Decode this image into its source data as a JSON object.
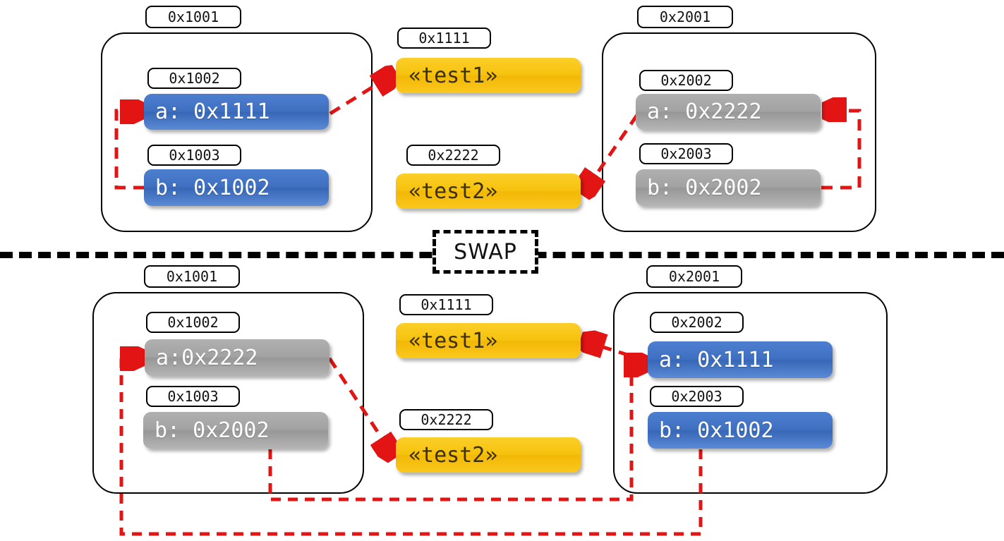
{
  "diagram": {
    "title": "pointer swap memory diagram",
    "divider_label": "SWAP",
    "colors": {
      "pointer_blue": "#3f6fc0",
      "pointer_gray": "#a2a2a2",
      "string_yellow": "#f6c20d",
      "arrow_red": "#e21414",
      "outline_black": "#000000"
    }
  },
  "before": {
    "left_frame": {
      "address": "0x1001",
      "slots": [
        {
          "address": "0x1002",
          "value": "a: 0x1111",
          "style": "blue"
        },
        {
          "address": "0x1003",
          "value": "b: 0x1002",
          "style": "blue"
        }
      ]
    },
    "strings": [
      {
        "address": "0x1111",
        "value": "«test1»"
      },
      {
        "address": "0x2222",
        "value": "«test2»"
      }
    ],
    "right_frame": {
      "address": "0x2001",
      "slots": [
        {
          "address": "0x2002",
          "value": "a: 0x2222",
          "style": "gray"
        },
        {
          "address": "0x2003",
          "value": "b: 0x2002",
          "style": "gray"
        }
      ]
    }
  },
  "after": {
    "left_frame": {
      "address": "0x1001",
      "slots": [
        {
          "address": "0x1002",
          "value": "a:0x2222",
          "style": "gray"
        },
        {
          "address": "0x1003",
          "value": "b: 0x2002",
          "style": "gray"
        }
      ]
    },
    "strings": [
      {
        "address": "0x1111",
        "value": "«test1»"
      },
      {
        "address": "0x2222",
        "value": "«test2»"
      }
    ],
    "right_frame": {
      "address": "0x2001",
      "slots": [
        {
          "address": "0x2002",
          "value": "a: 0x1111",
          "style": "blue"
        },
        {
          "address": "0x2003",
          "value": "b: 0x1002",
          "style": "blue"
        }
      ]
    }
  }
}
